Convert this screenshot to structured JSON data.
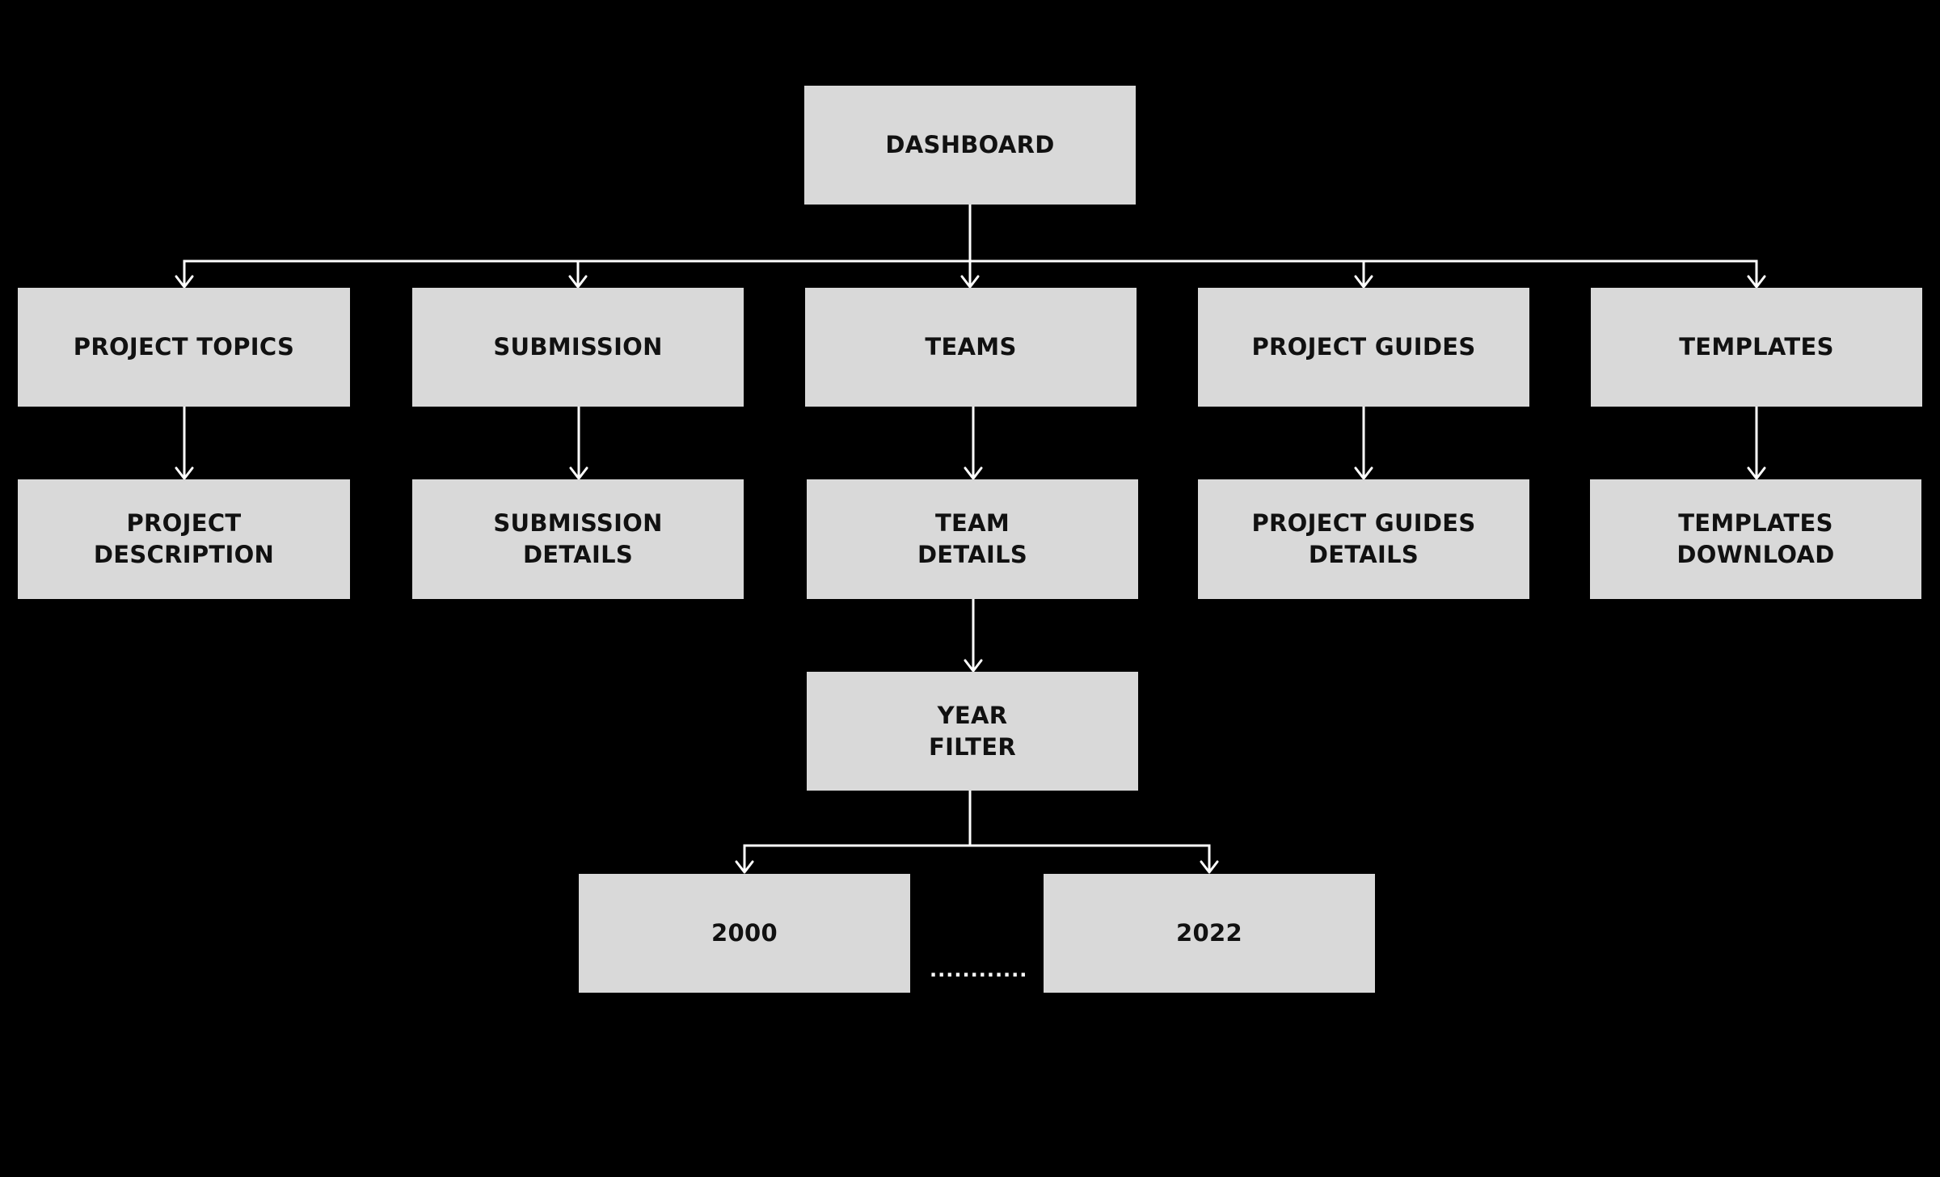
{
  "colors": {
    "background": "#000000",
    "node_fill": "#d9d9d9",
    "node_text": "#111111",
    "connector": "#ffffff"
  },
  "nodes": {
    "dashboard": "DASHBOARD",
    "project_topics": "PROJECT TOPICS",
    "submission": "SUBMISSION",
    "teams": "TEAMS",
    "project_guides": "PROJECT GUIDES",
    "templates": "TEMPLATES",
    "project_description": "PROJECT\nDESCRIPTION",
    "submission_details": "SUBMISSION\nDETAILS",
    "team_details": "TEAM\nDETAILS",
    "project_guides_details": "PROJECT GUIDES\nDETAILS",
    "templates_download": "TEMPLATES\nDOWNLOAD",
    "year_filter": "YEAR\nFILTER",
    "year_2000": "2000",
    "year_2022": "2022"
  },
  "ellipsis": "............"
}
